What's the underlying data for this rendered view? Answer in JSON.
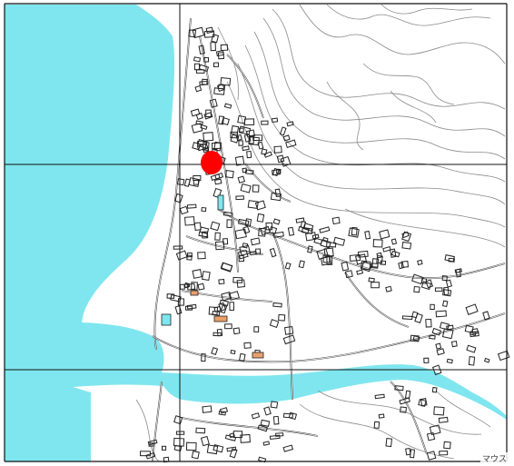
{
  "map": {
    "colors": {
      "water": "#7fe6ef",
      "road": "#444444",
      "contour": "#8a8a8a",
      "building": "#222222",
      "grid": "#111111",
      "highlight_building": "#e9a06b",
      "pool": "#7fe6ef",
      "marker": "#ff0000"
    },
    "marker": {
      "name": "location-pin",
      "shape": "circle",
      "color": "#ff0000"
    },
    "caption": "マウス"
  }
}
